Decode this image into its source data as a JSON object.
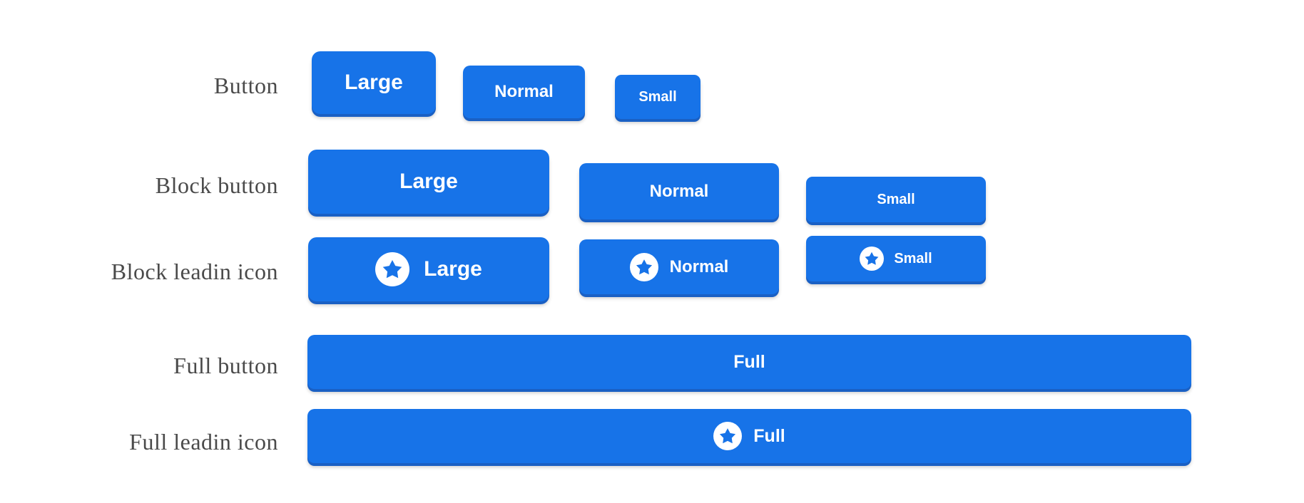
{
  "colors": {
    "accent_blue": "#1773e8",
    "shadow_blue": "#1a60c4",
    "button_text": "#ffffff",
    "label_text": "#4a4a4a",
    "background": "#ffffff",
    "star_icon_circle": "#ffffff"
  },
  "rows": [
    {
      "label": "Button",
      "buttons": [
        {
          "label": "Large",
          "size": "large"
        },
        {
          "label": "Normal",
          "size": "normal"
        },
        {
          "label": "Small",
          "size": "small"
        }
      ]
    },
    {
      "label": "Block button",
      "buttons": [
        {
          "label": "Large",
          "size": "large"
        },
        {
          "label": "Normal",
          "size": "normal"
        },
        {
          "label": "Small",
          "size": "small"
        }
      ]
    },
    {
      "label": "Block leadin icon",
      "buttons": [
        {
          "label": "Large",
          "size": "large",
          "icon": "star-icon"
        },
        {
          "label": "Normal",
          "size": "normal",
          "icon": "star-icon"
        },
        {
          "label": "Small",
          "size": "small",
          "icon": "star-icon"
        }
      ]
    },
    {
      "label": "Full button",
      "buttons": [
        {
          "label": "Full",
          "size": "full"
        }
      ]
    },
    {
      "label": "Full leadin icon",
      "buttons": [
        {
          "label": "Full",
          "size": "full",
          "icon": "star-icon"
        }
      ]
    }
  ]
}
